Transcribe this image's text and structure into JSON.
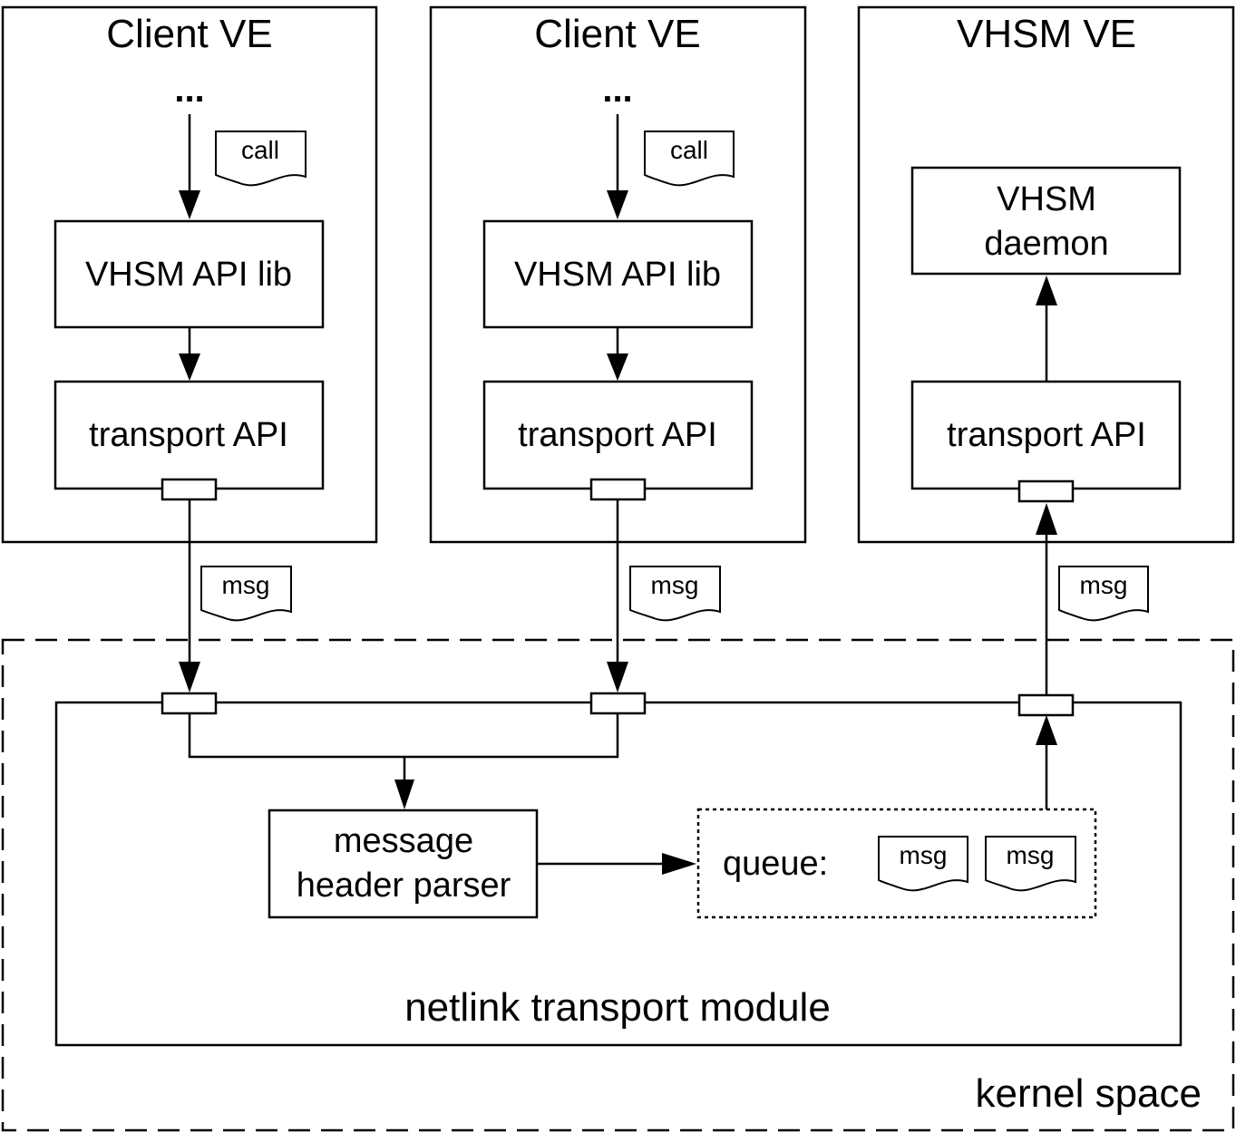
{
  "client_ve_1": {
    "title": "Client VE",
    "dots": "...",
    "call_label": "call",
    "api_lib_label": "VHSM API lib",
    "transport_label": "transport API",
    "msg_label": "msg"
  },
  "client_ve_2": {
    "title": "Client VE",
    "dots": "...",
    "call_label": "call",
    "api_lib_label": "VHSM API lib",
    "transport_label": "transport API",
    "msg_label": "msg"
  },
  "vhsm_ve": {
    "title": "VHSM VE",
    "daemon_label_line1": "VHSM",
    "daemon_label_line2": "daemon",
    "transport_label": "transport API",
    "msg_label": "msg"
  },
  "kernel": {
    "region_label": "kernel space",
    "module_label": "netlink transport module",
    "parser_label_line1": "message",
    "parser_label_line2": "header parser",
    "queue_label": "queue:",
    "queue_items": [
      "msg",
      "msg"
    ]
  }
}
